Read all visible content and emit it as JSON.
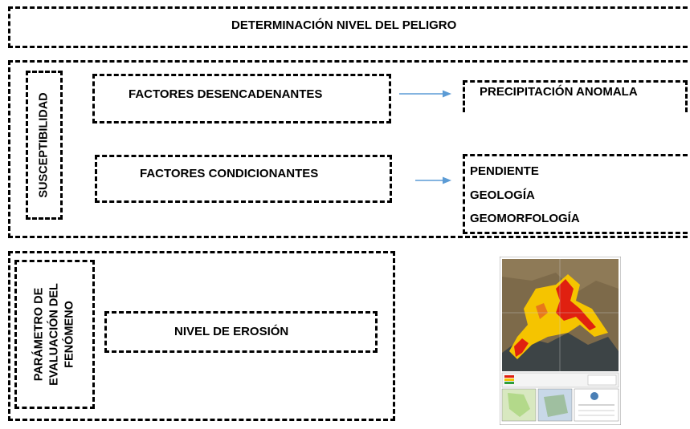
{
  "title": "DETERMINACIÓN NIVEL DEL PELIGRO",
  "susceptibility": {
    "label": "SUSCEPTIBILIDAD",
    "triggering_factors": "FACTORES DESENCADENANTES",
    "conditioning_factors": "FACTORES CONDICIONANTES",
    "triggering_items": [
      "PRECIPITACIÓN ANOMALA"
    ],
    "conditioning_items": [
      "PENDIENTE",
      "GEOLOGÍA",
      "GEOMORFOLOGÍA"
    ]
  },
  "evaluation": {
    "label_lines": [
      "PARÁMETRO DE",
      "EVALUACIÓN DEL",
      "FENÓMENO"
    ],
    "parameter": "NIVEL DE EROSIÓN"
  },
  "colors": {
    "border": "#000000",
    "arrow": "#5b9bd5",
    "map_hazard_high": "#e02010",
    "map_hazard_medium": "#f5c400",
    "map_terrain": "#7d6a4a",
    "map_water": "#3d4446"
  },
  "icons": {
    "arrow": "arrow-right-icon"
  }
}
